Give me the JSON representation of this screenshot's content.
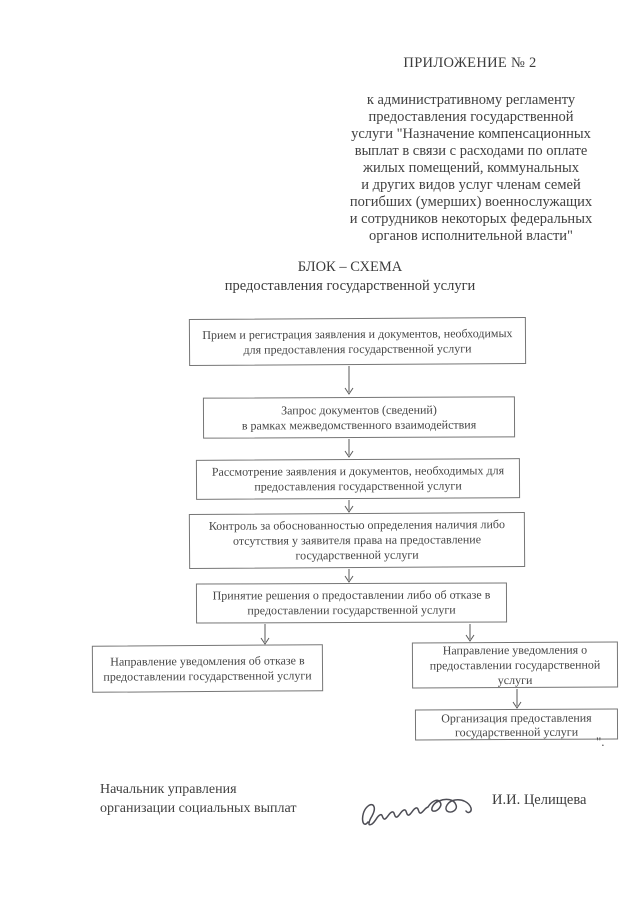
{
  "document": {
    "appendix_label": "ПРИЛОЖЕНИЕ № 2",
    "header_note": "к административному регламенту\nпредоставления государственной\nуслуги \"Назначение компенсационных\nвыплат в связи с расходами по оплате\nжилых помещений, коммунальных\nи других видов услуг членам семей\nпогибших (умерших) военнослужащих\nи сотрудников некоторых федеральных\nорганов исполнительной власти\"",
    "scheme_title": "БЛОК – СХЕМА\nпредоставления государственной услуги",
    "closing_quote": "\".",
    "signoff": {
      "position": "Начальник управления\nорганизации социальных выплат",
      "name": "И.И. Целищева",
      "signature_icon": "handwritten-signature"
    },
    "colors": {
      "paper": "#ffffff",
      "ink": "#414141",
      "box_border": "#767676",
      "connector": "#5a5a5a"
    }
  },
  "flowchart": {
    "boxes": [
      {
        "id": "reception",
        "text": "Прием и регистрация заявления и документов, необходимых\nдля предоставления государственной услуги"
      },
      {
        "id": "request",
        "text": "Запрос документов (сведений)\nв рамках межведомственного взаимодействия"
      },
      {
        "id": "review",
        "text": "Рассмотрение заявления и документов, необходимых для\nпредоставления государственной услуги"
      },
      {
        "id": "control",
        "text": "Контроль за обоснованностью определения наличия либо\nотсутствия у заявителя права на предоставление\nгосударственной услуги"
      },
      {
        "id": "decision",
        "text": "Принятие решения о предоставлении либо об отказе в\nпредоставлении государственной услуги"
      },
      {
        "id": "refusal-notice",
        "text": "Направление уведомления об отказе в\nпредоставлении государственной услуги"
      },
      {
        "id": "grant-notice",
        "text": "Направление уведомления о\nпредоставлении государственной\nуслуги"
      },
      {
        "id": "organization",
        "text": "Организация предоставления\nгосударственной услуги"
      }
    ]
  }
}
